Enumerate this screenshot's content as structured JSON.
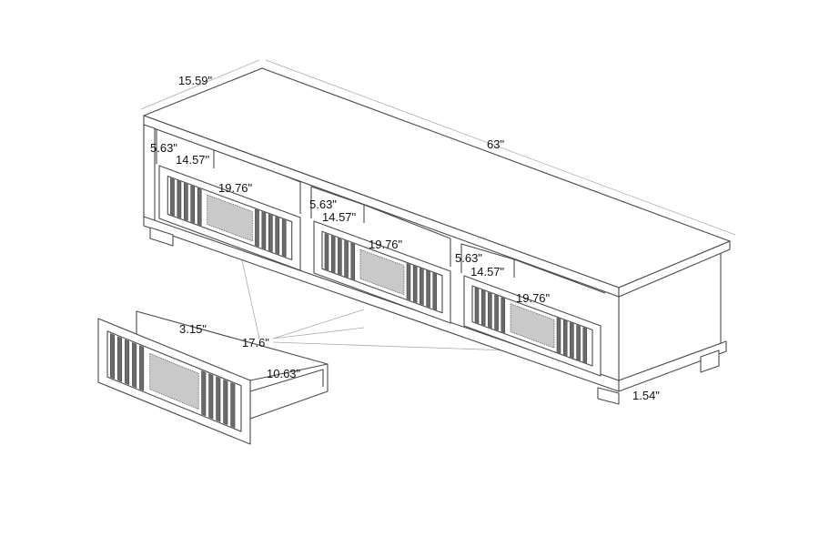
{
  "colors": {
    "line": "#4a4a4a",
    "texture": "#9a9a9a",
    "background": "#ffffff"
  },
  "dimensions": {
    "depth": "15.59\"",
    "width": "63\"",
    "shelf1_height": "5.63\"",
    "shelf1_depth": "14.57\"",
    "drawer1_width": "19.76\"",
    "shelf2_height": "5.63\"",
    "shelf2_depth": "14.57\"",
    "drawer2_width": "19.76\"",
    "shelf3_height": "5.63\"",
    "shelf3_depth": "14.57\"",
    "drawer3_width": "19.76\"",
    "drawer_height": "3.15\"",
    "drawer_width": "17.6\"",
    "drawer_depth": "10.63\"",
    "leg_height": "1.54\""
  }
}
